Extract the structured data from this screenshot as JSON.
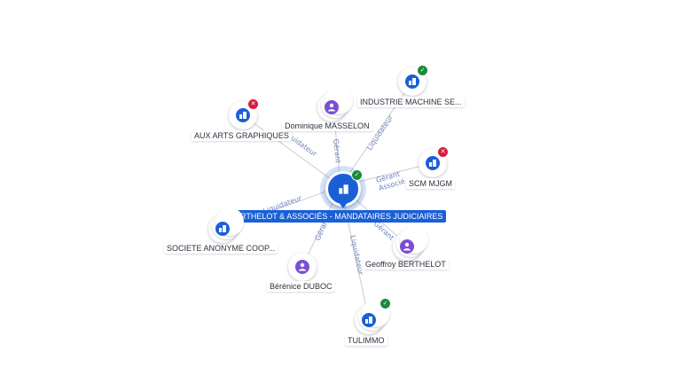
{
  "center": {
    "label": "BERTHELOT & ASSOCIÉS - MANDATAIRES JUDICIAIRES",
    "icon": "building-icon",
    "status": "active"
  },
  "nodes": {
    "industrie": {
      "label": "INDUSTRIE MACHINE SE...",
      "type": "company",
      "status": "active"
    },
    "aux_arts": {
      "label": "AUX ARTS GRAPHIQUES",
      "type": "company",
      "status": "closed"
    },
    "masselon": {
      "label": "Dominique MASSELON",
      "type": "person"
    },
    "scm": {
      "label": "SCM MJGM",
      "type": "company",
      "status": "closed"
    },
    "societe": {
      "label": "SOCIETE ANONYME COOP...",
      "type": "company"
    },
    "geoffroy": {
      "label": "Geoffroy BERTHELOT",
      "type": "person"
    },
    "berenice": {
      "label": "Bérénice DUBOC",
      "type": "person"
    },
    "tulimmo": {
      "label": "TULIMMO",
      "type": "company",
      "status": "active"
    }
  },
  "edge_labels": {
    "masselon": "Gérant",
    "industrie": "Liquidateur",
    "aux_arts": "Liquidateur",
    "scm_1": "Gérant",
    "scm_2": "Associé",
    "societe": "Liquidateur",
    "berenice": "Gérante",
    "tulimmo": "Liquidateur",
    "geoffroy": "Gérant"
  },
  "colors": {
    "company": "#1a5fd6",
    "person": "#7b4fd1",
    "active": "#1b8a3c",
    "closed": "#d81b3f",
    "edge_label": "#6b82b8"
  }
}
